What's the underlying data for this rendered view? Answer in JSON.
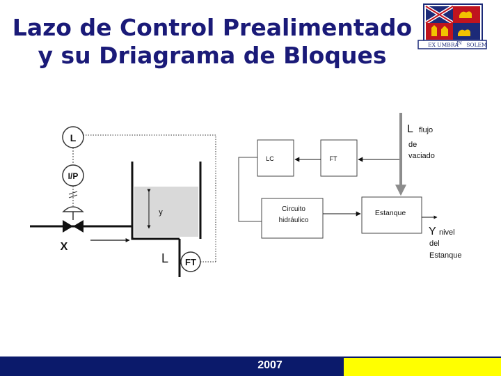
{
  "title": {
    "line1": "Lazo de Control Prealimentado",
    "line2": "y su Driagrama de Bloques"
  },
  "logo": {
    "motto_left": "EX UMBRA",
    "motto_in": "IN",
    "motto_right": "SOLEM"
  },
  "process_diagram": {
    "transmitter_l": "L",
    "transducer": "I/P",
    "level_mark": "y",
    "input_label": "X",
    "outflow_label": "L",
    "flow_transmitter": "FT"
  },
  "block_diagram": {
    "lc_block": "LC",
    "ft_block": "FT",
    "circuit_block_line1": "Circuito",
    "circuit_block_line2": "hidráulico",
    "tank_block": "Estanque",
    "input_symbol": "L",
    "input_desc_line1": "flujo",
    "input_desc_line2": "de",
    "input_desc_line3": "vaciado",
    "output_symbol": "Y",
    "output_desc_line1": "nivel",
    "output_desc_line2": "del",
    "output_desc_line3": "Estanque"
  },
  "footer": {
    "year": "2007"
  },
  "colors": {
    "title": "#1a1a78",
    "footer_bar": "#0b1a6b",
    "footer_accent": "#ffff00",
    "tank_liquid": "#d9d9d9",
    "arrow_gray": "#8c8c8c",
    "shield_blue": "#1c2a78",
    "shield_red": "#c0141e",
    "shield_yellow": "#f2c200"
  }
}
